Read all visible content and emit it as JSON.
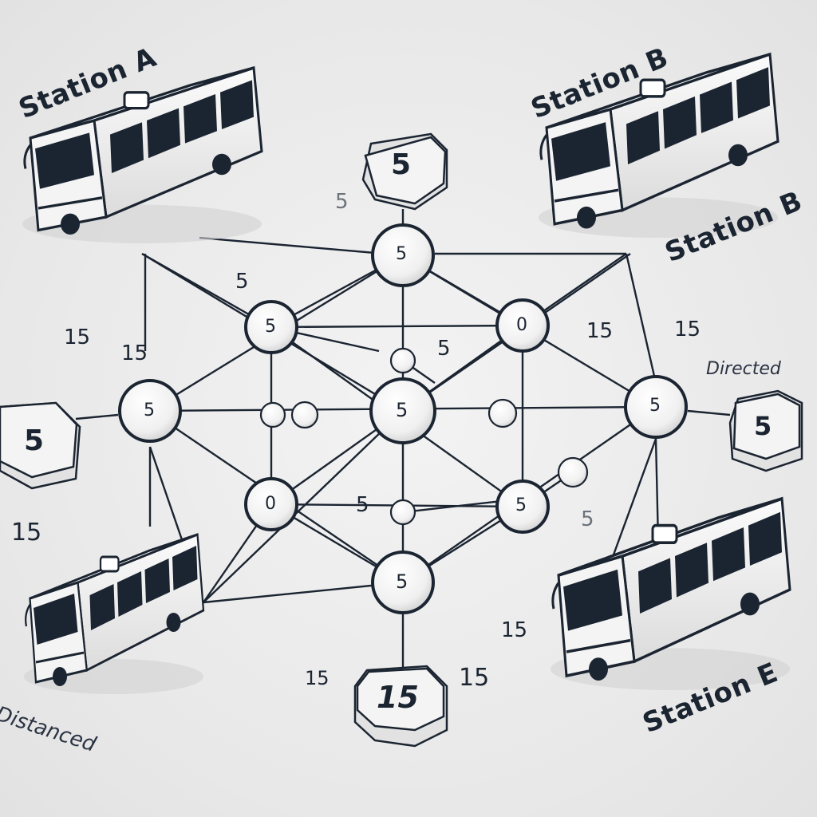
{
  "stations": {
    "a": "Station A",
    "b_top": "Station B",
    "b_right": "Station B",
    "e": "Station E"
  },
  "notes": {
    "directed": "Directed",
    "distanced": "Distanced"
  },
  "boxes": {
    "top": "5",
    "left": "5",
    "right": "5",
    "bottom": "15"
  },
  "nodes": {
    "top": "5",
    "upper_left": "5",
    "upper_right": "0",
    "left": "5",
    "center": "5",
    "right": "5",
    "lower_left": "0",
    "lower_right": "5",
    "bottom": "5"
  },
  "weights": {
    "w1": "5",
    "w2": "5",
    "w3": "15",
    "w4": "15",
    "w5": "5",
    "w6": "15",
    "w7": "15",
    "w8": "15",
    "w9": "5",
    "w10": "5",
    "w11": "15",
    "w12": "15",
    "w13": "15"
  },
  "colors": {
    "ink": "#1b2431",
    "node_fill": "#ffffff",
    "shade": "#c8c8c8",
    "box_fill": "#efefef"
  }
}
